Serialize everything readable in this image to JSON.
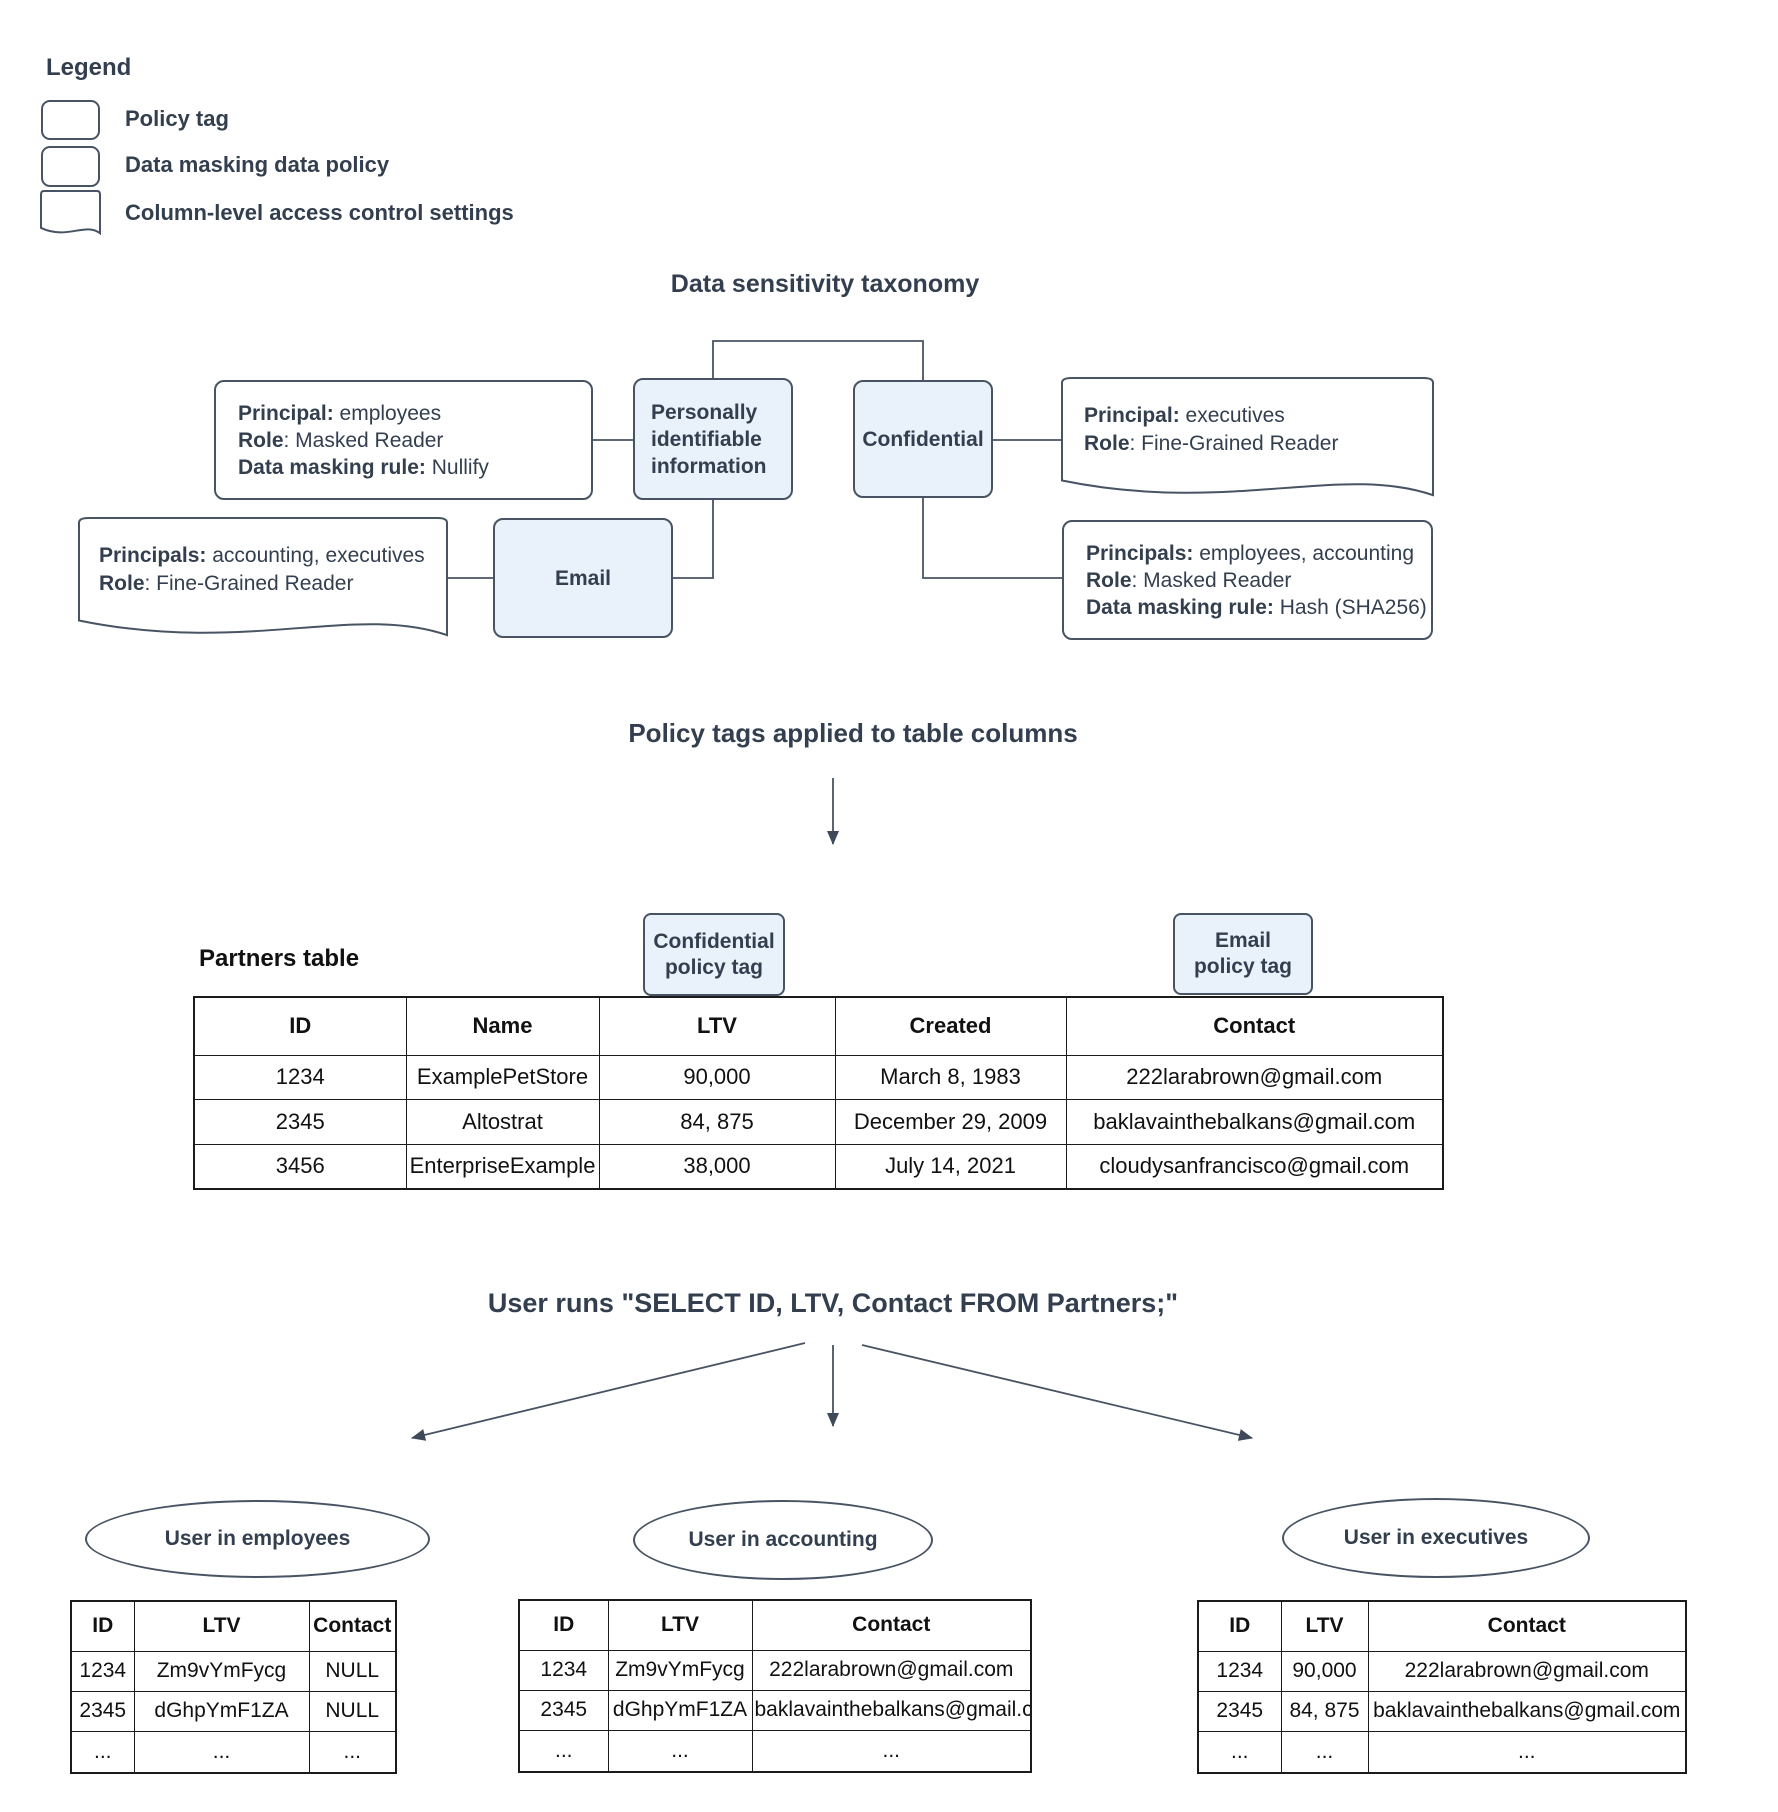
{
  "colors": {
    "policy_tag_fill": "#e9f1fb",
    "shape_stroke": "#485363",
    "heading_text": "#333f4f",
    "table_border": "#1b1b1b"
  },
  "legend": {
    "title": "Legend",
    "items": [
      {
        "shape": "policy-tag",
        "label": "Policy tag"
      },
      {
        "shape": "data-masking-policy",
        "label": "Data masking data policy"
      },
      {
        "shape": "column-access-document",
        "label": "Column-level access control settings"
      }
    ]
  },
  "taxonomy": {
    "title": "Data sensitivity taxonomy",
    "pii_tag": "Personally identifiable information",
    "confidential_tag": "Confidential",
    "email_tag": "Email",
    "nullify_policy": {
      "lines": [
        {
          "b": "Principal:",
          "t": " employees"
        },
        {
          "b": "Role",
          "t": ": Masked Reader"
        },
        {
          "b": "Data masking rule:",
          "t": " Nullify"
        }
      ]
    },
    "exec_access": {
      "lines": [
        {
          "b": "Principal:",
          "t": " executives"
        },
        {
          "b": "Role",
          "t": ": Fine-Grained Reader"
        }
      ]
    },
    "acct_exec_access": {
      "lines": [
        {
          "b": "Principals:",
          "t": " accounting, executives"
        },
        {
          "b": "Role",
          "t": ": Fine-Grained Reader"
        }
      ]
    },
    "hash_policy": {
      "lines": [
        {
          "b": "Principals:",
          "t": " employees, accounting"
        },
        {
          "b": "Role",
          "t": ": Masked Reader"
        },
        {
          "b": "Data masking rule:",
          "t": " Hash (SHA256)"
        }
      ]
    }
  },
  "policy_section": {
    "title": "Policy tags applied to table columns",
    "partners_label": "Partners table",
    "confidential_tag": {
      "line1": "Confidential",
      "line2": "policy tag"
    },
    "email_tag": {
      "line1": "Email",
      "line2": "policy tag"
    }
  },
  "partners_table": {
    "headers": [
      "ID",
      "Name",
      "LTV",
      "Created",
      "Contact"
    ],
    "rows": [
      [
        "1234",
        "ExamplePetStore",
        "90,000",
        "March 8, 1983",
        "222larabrown@gmail.com"
      ],
      [
        "2345",
        "Altostrat",
        "84, 875",
        "December 29, 2009",
        "baklavainthebalkans@gmail.com"
      ],
      [
        "3456",
        "EnterpriseExample",
        "38,000",
        "July 14, 2021",
        "cloudysanfrancisco@gmail.com"
      ]
    ]
  },
  "query_section": {
    "title": "User runs \"SELECT ID, LTV, Contact FROM Partners;\""
  },
  "results": [
    {
      "user": "User in employees",
      "headers": [
        "ID",
        "LTV",
        "Contact"
      ],
      "rows": [
        [
          "1234",
          "Zm9vYmFycg",
          "NULL"
        ],
        [
          "2345",
          "dGhpYmF1ZA",
          "NULL"
        ],
        [
          "...",
          "...",
          "..."
        ]
      ]
    },
    {
      "user": "User in accounting",
      "headers": [
        "ID",
        "LTV",
        "Contact"
      ],
      "rows": [
        [
          "1234",
          "Zm9vYmFycg",
          "222larabrown@gmail.com"
        ],
        [
          "2345",
          "dGhpYmF1ZA",
          "baklavainthebalkans@gmail.com"
        ],
        [
          "...",
          "...",
          "..."
        ]
      ]
    },
    {
      "user": "User in executives",
      "headers": [
        "ID",
        "LTV",
        "Contact"
      ],
      "rows": [
        [
          "1234",
          "90,000",
          "222larabrown@gmail.com"
        ],
        [
          "2345",
          "84, 875",
          "baklavainthebalkans@gmail.com"
        ],
        [
          "...",
          "...",
          "..."
        ]
      ]
    }
  ]
}
